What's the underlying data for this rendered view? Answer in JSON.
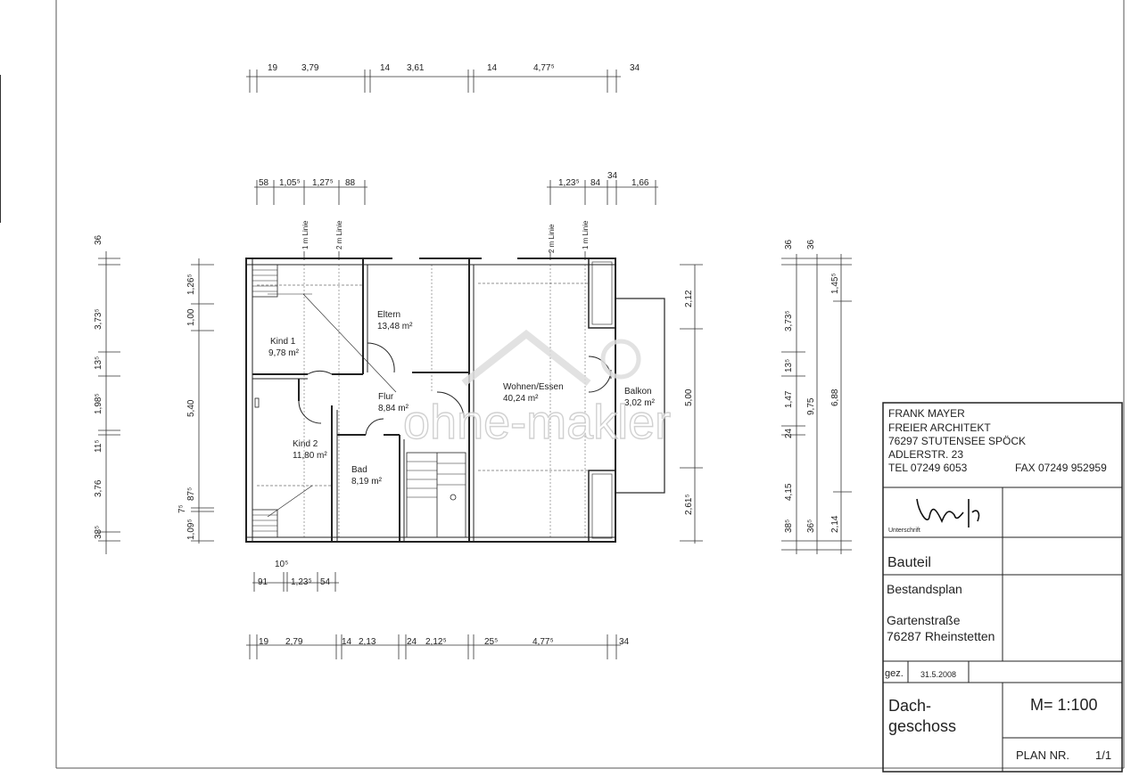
{
  "dimensions": {
    "top_outer": [
      "19",
      "3,79",
      "14",
      "3,61",
      "14",
      "4,77⁵",
      "34"
    ],
    "top_inner_left": [
      "58",
      "1,05⁵",
      "1,27⁵",
      "88"
    ],
    "top_inner_right": [
      "1,23⁵",
      "84",
      "34",
      "1,66"
    ],
    "line_labels": [
      "1 m Linie",
      "2 m Linie",
      "2 m Linie",
      "1 m Linie"
    ],
    "left_outer": [
      "36",
      "3,73⁵",
      "13⁵",
      "1,98⁵",
      "11⁵",
      "3,76",
      "38⁵"
    ],
    "left_inner": [
      "1,26⁵",
      "1,00",
      "5,40",
      "87⁵",
      "7⁵",
      "1,09⁵"
    ],
    "right_inner": [
      "2,12",
      "5,00",
      "2,61⁵"
    ],
    "right_outer_a": [
      "36",
      "3,73⁵",
      "13⁵",
      "1,47",
      "24",
      "4,15",
      "38⁵"
    ],
    "right_outer_b": [
      "36",
      "9,75",
      "36⁵"
    ],
    "right_outer_c": [
      "1,45⁵",
      "6,88",
      "2,14"
    ],
    "bottom_inner": [
      "10⁵",
      "91",
      "1,23⁵",
      "54"
    ],
    "bottom_outer": [
      "19",
      "2,79",
      "14",
      "2,13",
      "24",
      "2,12⁵",
      "25⁵",
      "4,77⁵",
      "34"
    ]
  },
  "rooms": [
    {
      "name": "Eltern",
      "area": "13,48 m²"
    },
    {
      "name": "Kind 1",
      "area": "9,78 m²"
    },
    {
      "name": "Wohnen/Essen",
      "area": "40,24 m²"
    },
    {
      "name": "Flur",
      "area": "8,84 m²"
    },
    {
      "name": "Balkon",
      "area": "3,02 m²"
    },
    {
      "name": "Kind 2",
      "area": "11,80 m²"
    },
    {
      "name": "Bad",
      "area": "8,19 m²"
    }
  ],
  "watermark": "ohne-makler",
  "title_block": {
    "architect": [
      "FRANK MAYER",
      "FREIER ARCHITEKT",
      "76297 STUTENSEE SPÖCK",
      "ADLERSTR. 23"
    ],
    "tel": "TEL  07249 6053",
    "fax": "FAX  07249 952959",
    "signature_label": "Unterschrift",
    "bauteil": "Bauteil",
    "plan_type": "Bestandsplan",
    "address_line1": "Gartenstraße",
    "address_line2": "76287 Rheinstetten",
    "gez_label": "gez.",
    "date": "31.5.2008",
    "floor_line1": "Dach-",
    "floor_line2": "geschoss",
    "scale": "M= 1:100",
    "plan_nr_label": "PLAN NR.",
    "plan_nr": "1/1"
  }
}
